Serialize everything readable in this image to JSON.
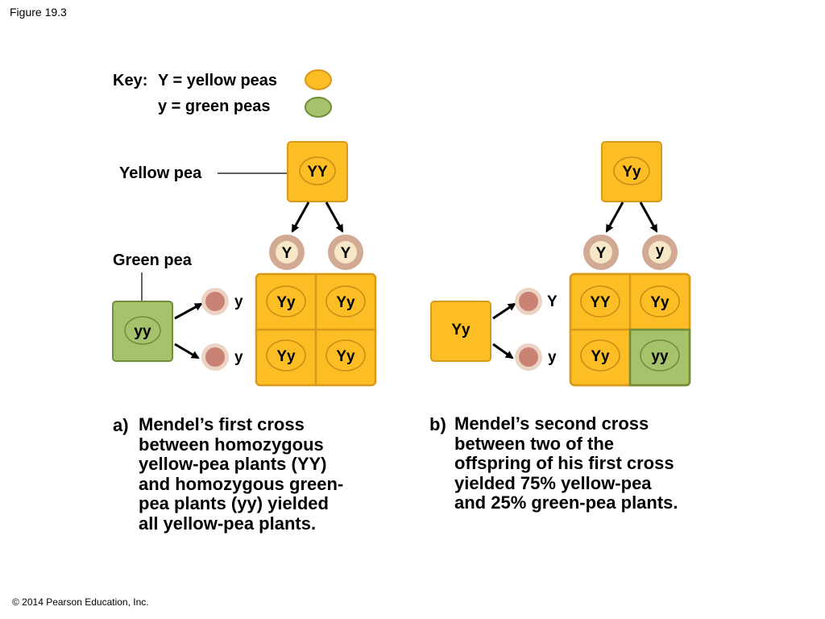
{
  "figure_label": "Figure 19.3",
  "copyright": "© 2014 Pearson Education, Inc.",
  "key": {
    "prefix": "Key:",
    "yellow": "Y = yellow peas",
    "green": "y = green peas"
  },
  "labels": {
    "yellow_pea": "Yellow pea",
    "green_pea": "Green pea"
  },
  "cross_a": {
    "parent_top": "YY",
    "top_gametes": [
      "Y",
      "Y"
    ],
    "parent_left": "yy",
    "left_gametes": [
      "y",
      "y"
    ],
    "grid": [
      "Yy",
      "Yy",
      "Yy",
      "Yy"
    ],
    "letter": "a)",
    "caption_lines": [
      "Mendel’s first cross",
      "between homozygous",
      "yellow-pea plants (YY)",
      "and homozygous green-",
      "pea plants (yy) yielded",
      "all yellow-pea plants."
    ]
  },
  "cross_b": {
    "parent_top": "Yy",
    "top_gametes": [
      "Y",
      "y"
    ],
    "parent_left": "Yy",
    "left_gametes": [
      "Y",
      "y"
    ],
    "grid": [
      "YY",
      "Yy",
      "Yy",
      "yy"
    ],
    "letter": "b)",
    "caption_lines": [
      "Mendel’s second cross",
      "between two of the",
      "offspring of his first cross",
      "yielded 75% yellow-pea",
      "and 25% green-pea plants."
    ]
  },
  "colors": {
    "yellow_fill": "#fdbd25",
    "yellow_stroke": "#d99a1c",
    "green_fill": "#a6c26a",
    "green_stroke": "#6f8e3c",
    "gamete_ring": "#d2aa94",
    "gamete_fill": "#f6e8c6",
    "pink_fill": "#c98274"
  }
}
